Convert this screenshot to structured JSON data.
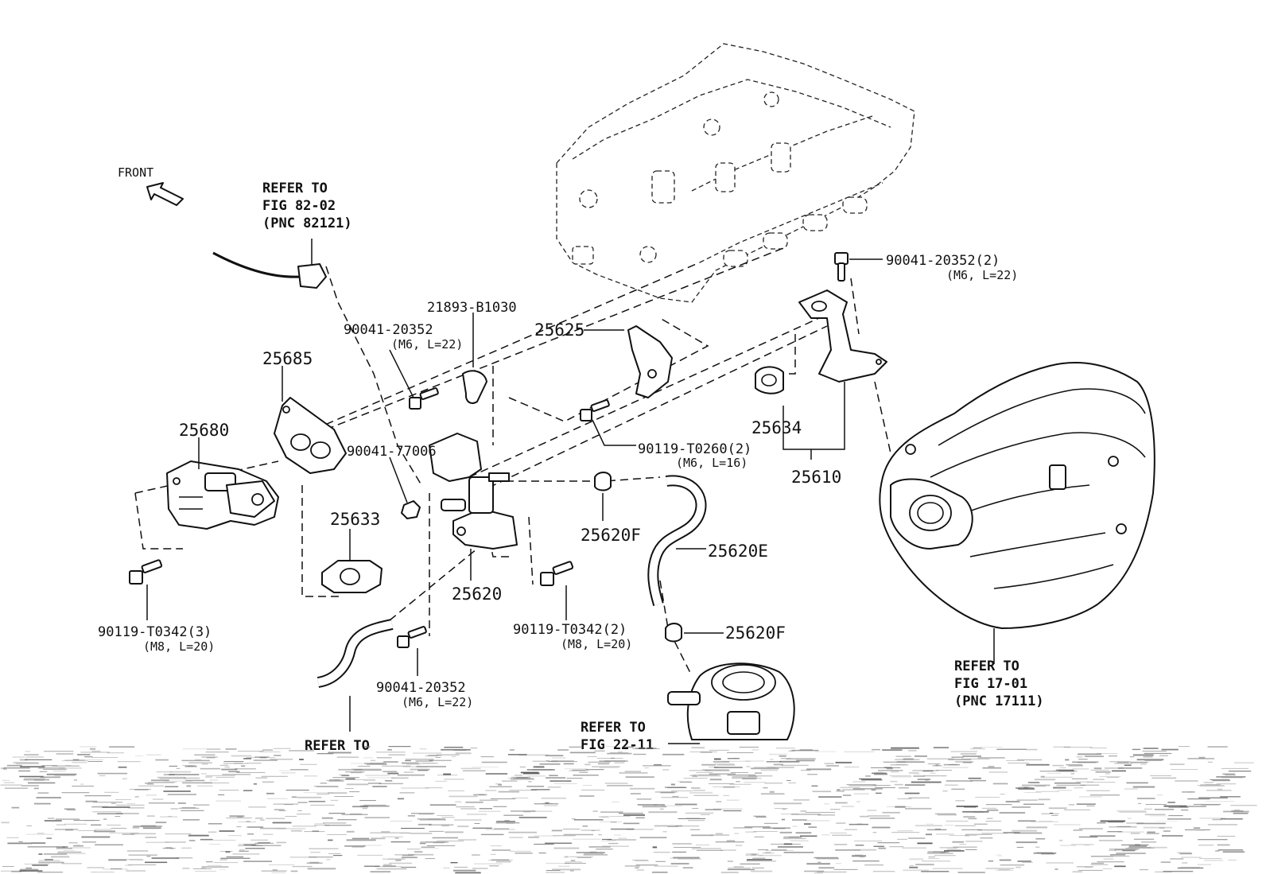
{
  "front_label": "FRONT",
  "labels": {
    "refer_82_02_l1": "REFER TO",
    "refer_82_02_l2": "FIG 82-02",
    "refer_82_02_l3": "(PNC 82121)",
    "p21893": "21893-B1030",
    "p90041_a": "90041-20352",
    "p90041_a_sub": "(M6, L=22)",
    "p25625": "25625",
    "p25685": "25685",
    "p25680": "25680",
    "p90041_77006": "90041-77006",
    "p25633": "25633",
    "p25620": "25620",
    "p90119_t0260": "90119-T0260(2)",
    "p90119_t0260_sub": "(M6, L=16)",
    "p25620f_top": "25620F",
    "p25620e": "25620E",
    "p25620f_bot": "25620F",
    "p90041_r": "90041-20352(2)",
    "p90041_r_sub": "(M6, L=22)",
    "p25634": "25634",
    "p25610": "25610",
    "p90119_t0342_3": "90119-T0342(3)",
    "p90119_t0342_3_sub": "(M8, L=20)",
    "p90119_t0342_2": "90119-T0342(2)",
    "p90119_t0342_2_sub": "(M8, L=20)",
    "p90041_b": "90041-20352",
    "p90041_b_sub": "(M6, L=22)",
    "refer_bottom_left": "REFER TO",
    "refer_22_11_l1": "REFER TO",
    "refer_22_11_l2": "FIG 22-11",
    "refer_17_01_l1": "REFER TO",
    "refer_17_01_l2": "FIG 17-01",
    "refer_17_01_l3": "(PNC 17111)"
  }
}
